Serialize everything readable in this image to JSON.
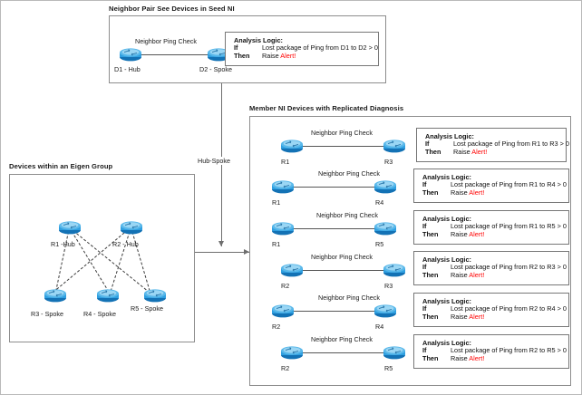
{
  "diagram": {
    "seed_panel": {
      "title": "Neighbor Pair See Devices in Seed NI",
      "link_label": "Neighbor Ping Check",
      "left_device": "D1 - Hub",
      "right_device": "D2 - Spoke",
      "logic": {
        "title": "Analysis Logic:",
        "if_key": "If",
        "if_value": "Lost package of Ping from D1 to D2 > 0",
        "then_key": "Then",
        "then_prefix": "Raise ",
        "then_alert": "Alert!"
      }
    },
    "eigen_panel": {
      "title": "Devices within an Eigen Group",
      "hubs": [
        {
          "id": "r1",
          "label": "R1 -Hub"
        },
        {
          "id": "r2",
          "label": "R2 - Hub"
        }
      ],
      "spokes": [
        {
          "id": "r3",
          "label": "R3 - Spoke"
        },
        {
          "id": "r4",
          "label": "R4 - Spoke"
        },
        {
          "id": "r5",
          "label": "R5 - Spoke"
        }
      ]
    },
    "connector": {
      "label": "Hub-Spoke"
    },
    "member_panel": {
      "title": "Member NI Devices with Replicated Diagnosis",
      "link_label": "Neighbor Ping Check",
      "logic_title": "Analysis Logic:",
      "if_key": "If",
      "then_key": "Then",
      "then_prefix": "Raise ",
      "then_alert": "Alert!",
      "rows": [
        {
          "source": "R1",
          "target": "R3",
          "link_label": "Neighbor Ping Check",
          "if_value": "Lost package of Ping from R1 to R3 > 0"
        },
        {
          "source": "R1",
          "target": "R4",
          "link_label": "Neighbor Ping Check",
          "if_value": "Lost package of Ping from R1 to R4 > 0"
        },
        {
          "source": "R1",
          "target": "R5",
          "link_label": "Neighbor Ping Check",
          "if_value": "Lost package of Ping from R1 to R5 > 0"
        },
        {
          "source": "R2",
          "target": "R3",
          "link_label": "Neighbor Ping Check",
          "if_value": "Lost package of Ping from R2 to R3 > 0"
        },
        {
          "source": "R2",
          "target": "R4",
          "link_label": "Neighbor Ping Check",
          "if_value": "Lost package of Ping from R2 to R4 > 0"
        },
        {
          "source": "R2",
          "target": "R5",
          "link_label": "Neighbor Ping Check",
          "if_value": "Lost package of Ping from R2 to R5 > 0"
        }
      ]
    },
    "colors": {
      "router_blue_light": "#7ec8f0",
      "router_blue_mid": "#2f9fe0",
      "router_blue_dark": "#1372b5",
      "alert_red": "#ff0000",
      "border_gray": "#8d8d8d",
      "line_gray": "#555555"
    }
  }
}
